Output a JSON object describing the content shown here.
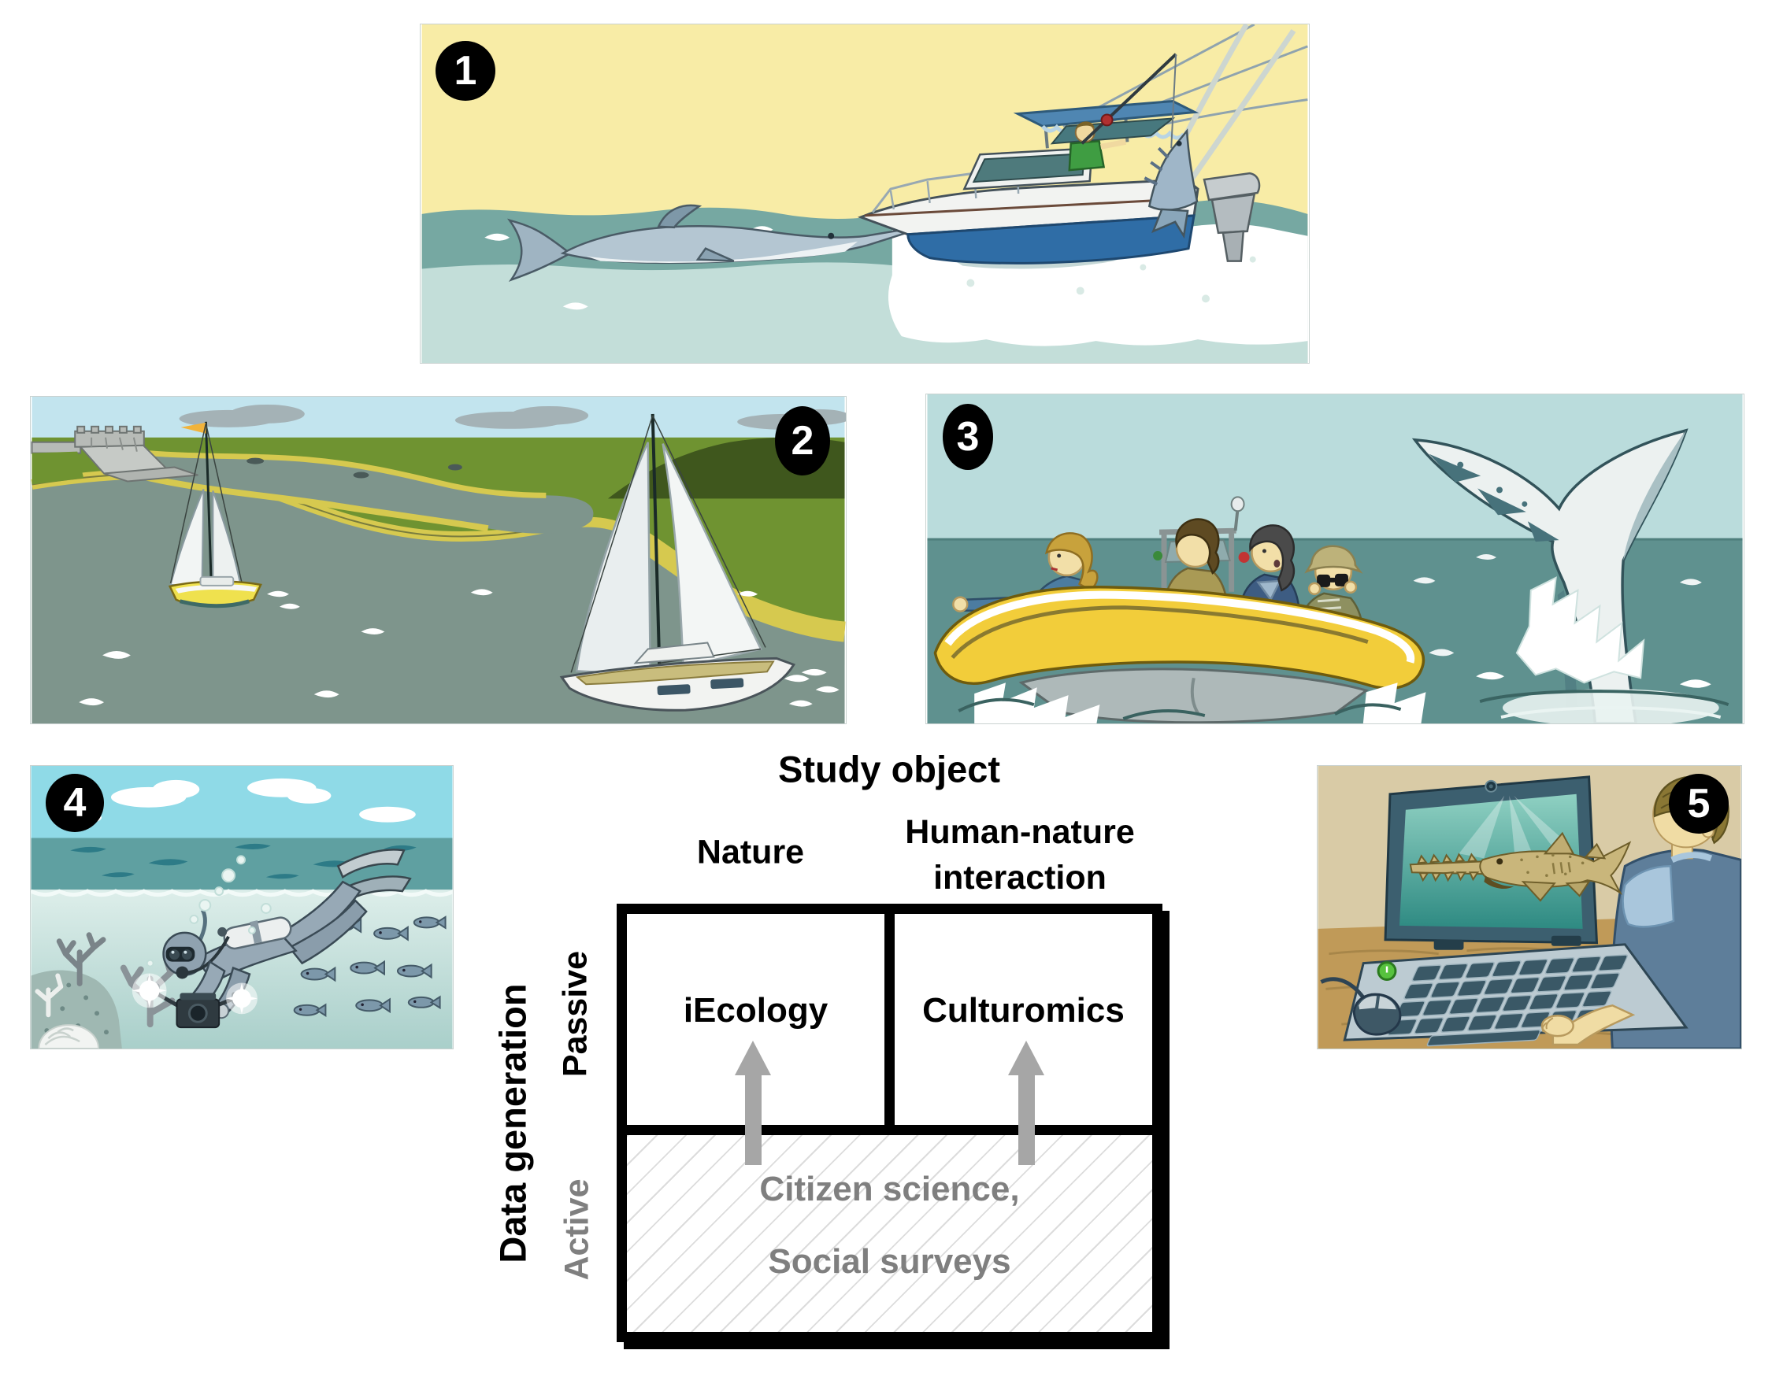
{
  "panels": [
    {
      "number": "1",
      "scene": "recreational-fishing-boat-marlin"
    },
    {
      "number": "2",
      "scene": "sailboats-estuary-coast"
    },
    {
      "number": "3",
      "scene": "whale-watching-inflatable-boat"
    },
    {
      "number": "4",
      "scene": "scuba-diver-underwater-camera"
    },
    {
      "number": "5",
      "scene": "person-laptop-sawfish"
    }
  ],
  "diagram": {
    "title": "Study object",
    "columns": [
      "Nature",
      "Human-nature interaction"
    ],
    "row_axis_label": "Data generation",
    "rows": [
      "Passive",
      "Active"
    ],
    "cells": {
      "passive_nature": "iEcology",
      "passive_human": "Culturomics",
      "active_line1": "Citizen science,",
      "active_line2": "Social surveys"
    },
    "colors": {
      "border": "#000000",
      "arrow": "#a6a6a6",
      "muted_text": "#7f7f7f",
      "hatch_line": "#dcdcdc",
      "badge_bg": "#000000",
      "badge_fg": "#ffffff"
    }
  }
}
